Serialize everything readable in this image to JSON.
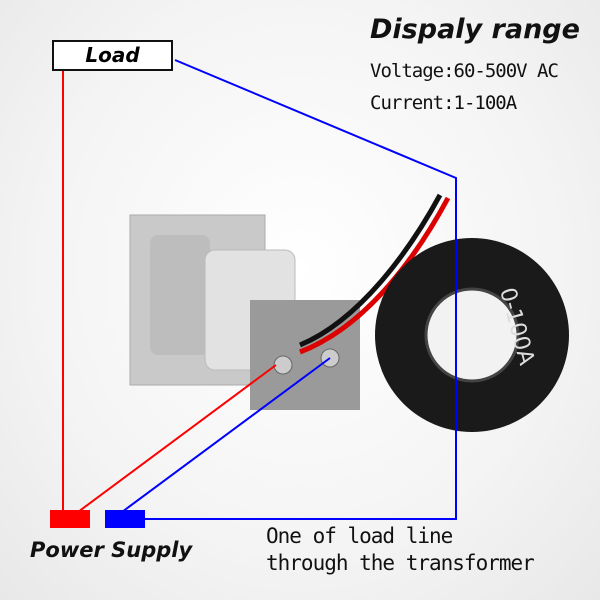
{
  "title": "Dispaly range",
  "voltage": "Voltage:60-500V AC",
  "current": "Current:1-100A",
  "load_label": "Load",
  "power_supply_label": "Power Supply",
  "note_line1": "One of load line",
  "note_line2": "through the transformer",
  "transformer_label": "0-100A",
  "colors": {
    "live": "#ff0000",
    "neutral": "#0000ff"
  }
}
